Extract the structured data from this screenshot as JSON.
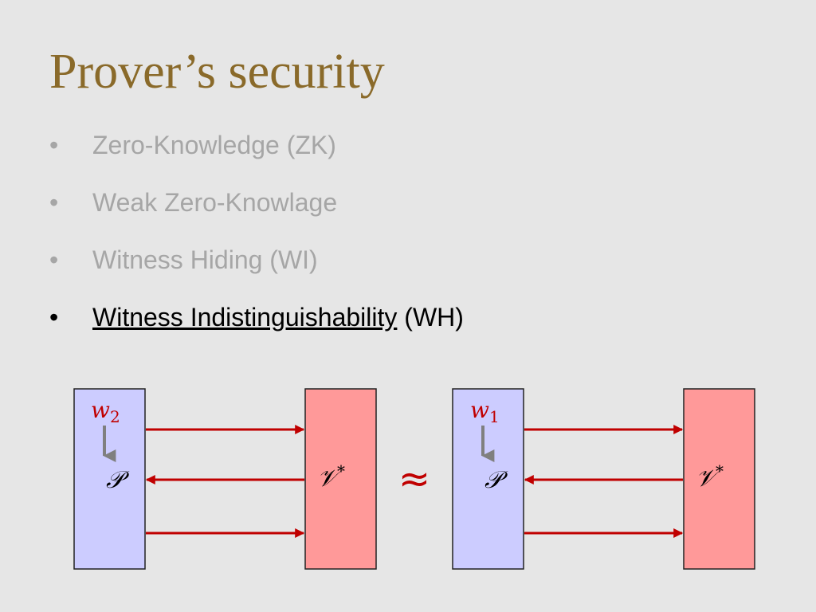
{
  "slide": {
    "title": "Prover’s security",
    "bullets": [
      {
        "dot": "•",
        "text": "Zero-Knowledge (ZK)"
      },
      {
        "dot": "•",
        "text": "Weak Zero-Knowlage"
      },
      {
        "dot": "•",
        "text": "Witness Hiding (WI)"
      },
      {
        "dot": "•",
        "underlined": "Witness Indistinguishability",
        "rest": " (WH)"
      }
    ]
  },
  "diagram": {
    "left": {
      "witness_base": "w",
      "witness_sub": "2",
      "prover": "𝒫",
      "verifier": "𝒱",
      "verifier_sup": "*"
    },
    "approx": "≈",
    "right": {
      "witness_base": "w",
      "witness_sub": "1",
      "prover": "𝒫",
      "verifier": "𝒱",
      "verifier_sup": "*"
    },
    "colors": {
      "prover_box": "#ccccff",
      "verifier_box": "#ff9999",
      "arrow": "#c00000",
      "witness": "#c00000",
      "down_arrow": "#7f7f7f"
    }
  }
}
